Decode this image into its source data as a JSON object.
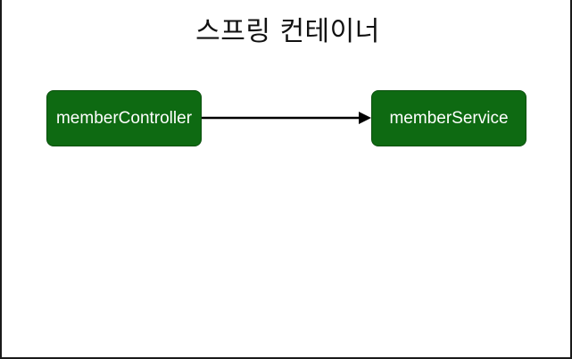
{
  "diagram": {
    "title": "스프링 컨테이너",
    "nodes": [
      {
        "id": "memberController",
        "label": "memberController"
      },
      {
        "id": "memberService",
        "label": "memberService"
      }
    ],
    "edges": [
      {
        "from": "memberController",
        "to": "memberService"
      }
    ]
  },
  "colors": {
    "node_fill": "#0e6a12",
    "node_border": "#0a4f0d",
    "node_text": "#ffffff",
    "edge": "#000000"
  }
}
